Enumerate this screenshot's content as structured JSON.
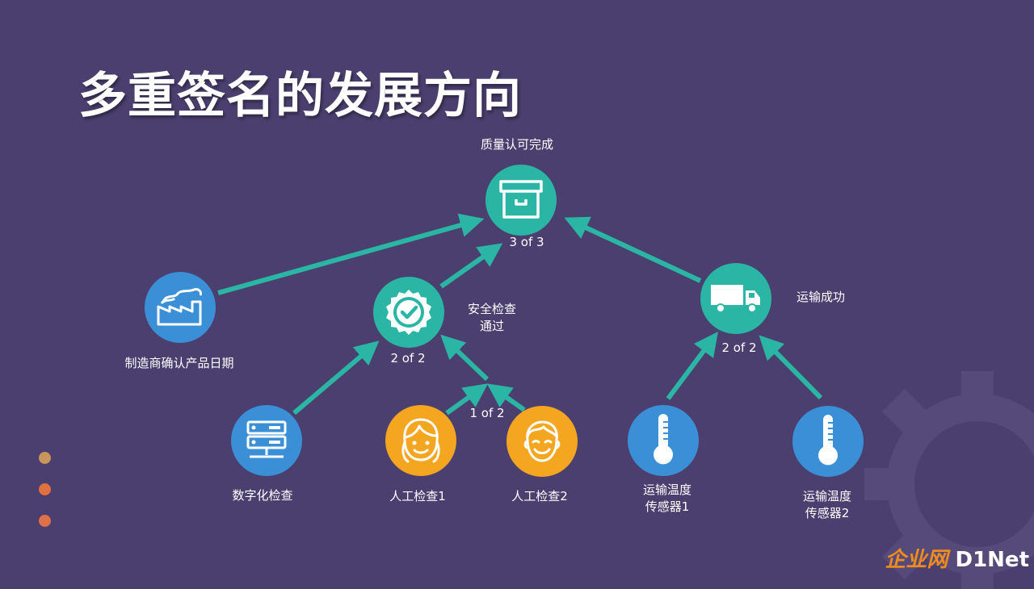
{
  "title": "多重签名的发展方向",
  "nodes": {
    "quality": {
      "label": "质量认可完成",
      "count": "3 of 3"
    },
    "security": {
      "label_line1": "安全检查",
      "label_line2": "通过",
      "count": "2 of 2"
    },
    "shipping": {
      "label": "运输成功",
      "count": "2 of 2"
    },
    "manufacturer": {
      "label": "制造商确认产品日期"
    },
    "digital": {
      "label": "数字化检查"
    },
    "manual1": {
      "label": "人工检查1"
    },
    "manual2": {
      "label": "人工检查2"
    },
    "manual_group": {
      "count": "1 of 2"
    },
    "sensor1": {
      "label_line1": "运输温度",
      "label_line2": "传感器1"
    },
    "sensor2": {
      "label_line1": "运输温度",
      "label_line2": "传感器2"
    }
  },
  "logo": {
    "cn": "企业网",
    "en": "D1Net"
  },
  "colors": {
    "background": "#4a3f6e",
    "teal": "#2bb5a4",
    "blue": "#3b8fd6",
    "orange": "#f4a621",
    "arrow": "#2bb5a4",
    "dot_gold": "#c8955a",
    "dot_orange": "#e07040",
    "dot_red": "#e0704a"
  },
  "icons": {
    "quality": "box-icon",
    "security": "check-badge-icon",
    "shipping": "truck-icon",
    "manufacturer": "factory-icon",
    "digital": "server-icon",
    "manual1": "girl-face-icon",
    "manual2": "boy-face-icon",
    "sensor1": "thermometer-icon",
    "sensor2": "thermometer-icon"
  }
}
